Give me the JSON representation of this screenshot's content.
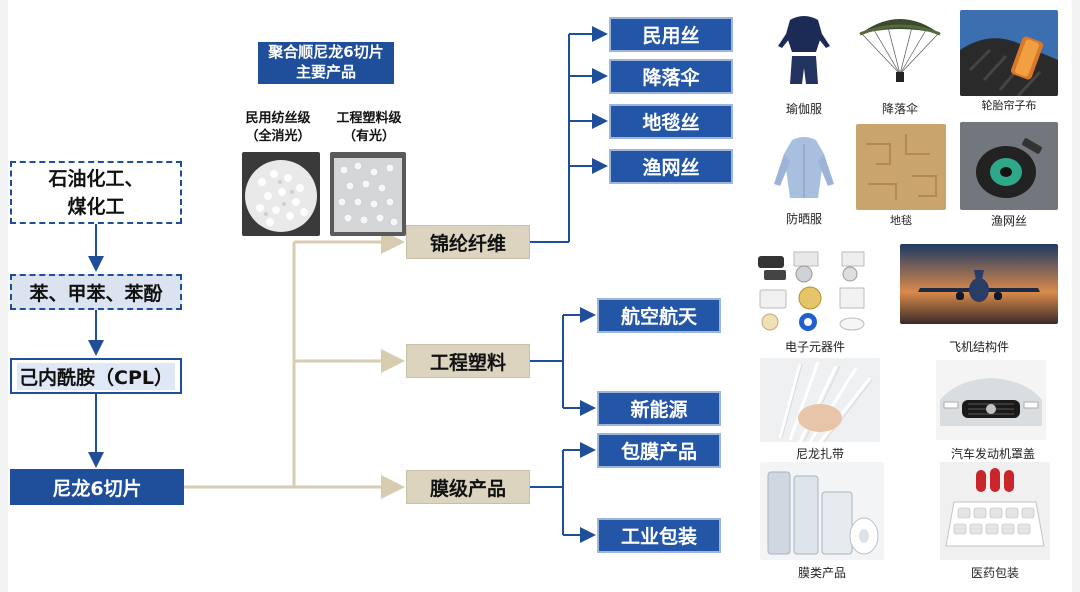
{
  "title": [
    "聚合顺尼龙6切片",
    "主要产品"
  ],
  "grades": [
    {
      "name": "民用纺丝级",
      "sub": "（全消光）"
    },
    {
      "name": "工程塑料级",
      "sub": "（有光）"
    }
  ],
  "chain": {
    "step1": [
      "石油化工、",
      "煤化工"
    ],
    "step2": "苯、甲苯、苯酚",
    "step3": "己内酰胺（CPL）",
    "step4": "尼龙6切片"
  },
  "categories": [
    "锦纶纤维",
    "工程塑料",
    "膜级产品"
  ],
  "fiber_products": [
    "民用丝",
    "降落伞",
    "地毯丝",
    "渔网丝"
  ],
  "plastic_products": [
    "航空航天",
    "新能源"
  ],
  "film_products": [
    "包膜产品",
    "工业包装"
  ],
  "photo_captions": [
    "瑜伽服",
    "降落伞",
    "轮胎帘子布",
    "防晒服",
    "地毯",
    "渔网丝",
    "电子元器件",
    "飞机结构件",
    "尼龙扎带",
    "汽车发动机罩盖",
    "膜类产品",
    "医药包装"
  ],
  "colors": {
    "navy": "#1f4e9a",
    "tan": "#ddd4c0",
    "connector": "#d8ccb0"
  }
}
